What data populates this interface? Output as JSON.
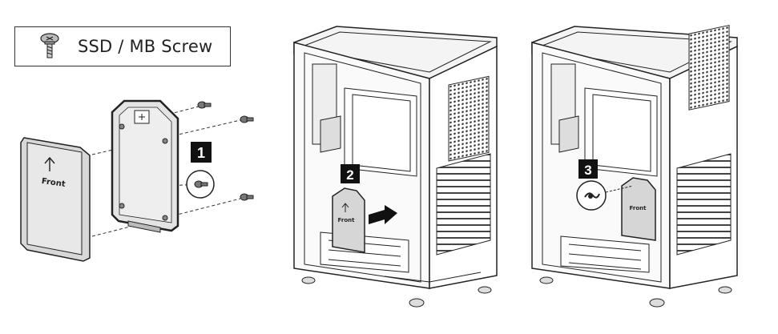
{
  "legend": {
    "label": "SSD / MB Screw",
    "icon": "screw-icon"
  },
  "steps": [
    {
      "number": "1"
    },
    {
      "number": "2"
    },
    {
      "number": "3"
    }
  ],
  "ssd_label": "Front",
  "colors": {
    "line": "#222222",
    "panel_fill": "#e6e6e6",
    "badge_fill": "#111111",
    "badge_text": "#ffffff"
  }
}
